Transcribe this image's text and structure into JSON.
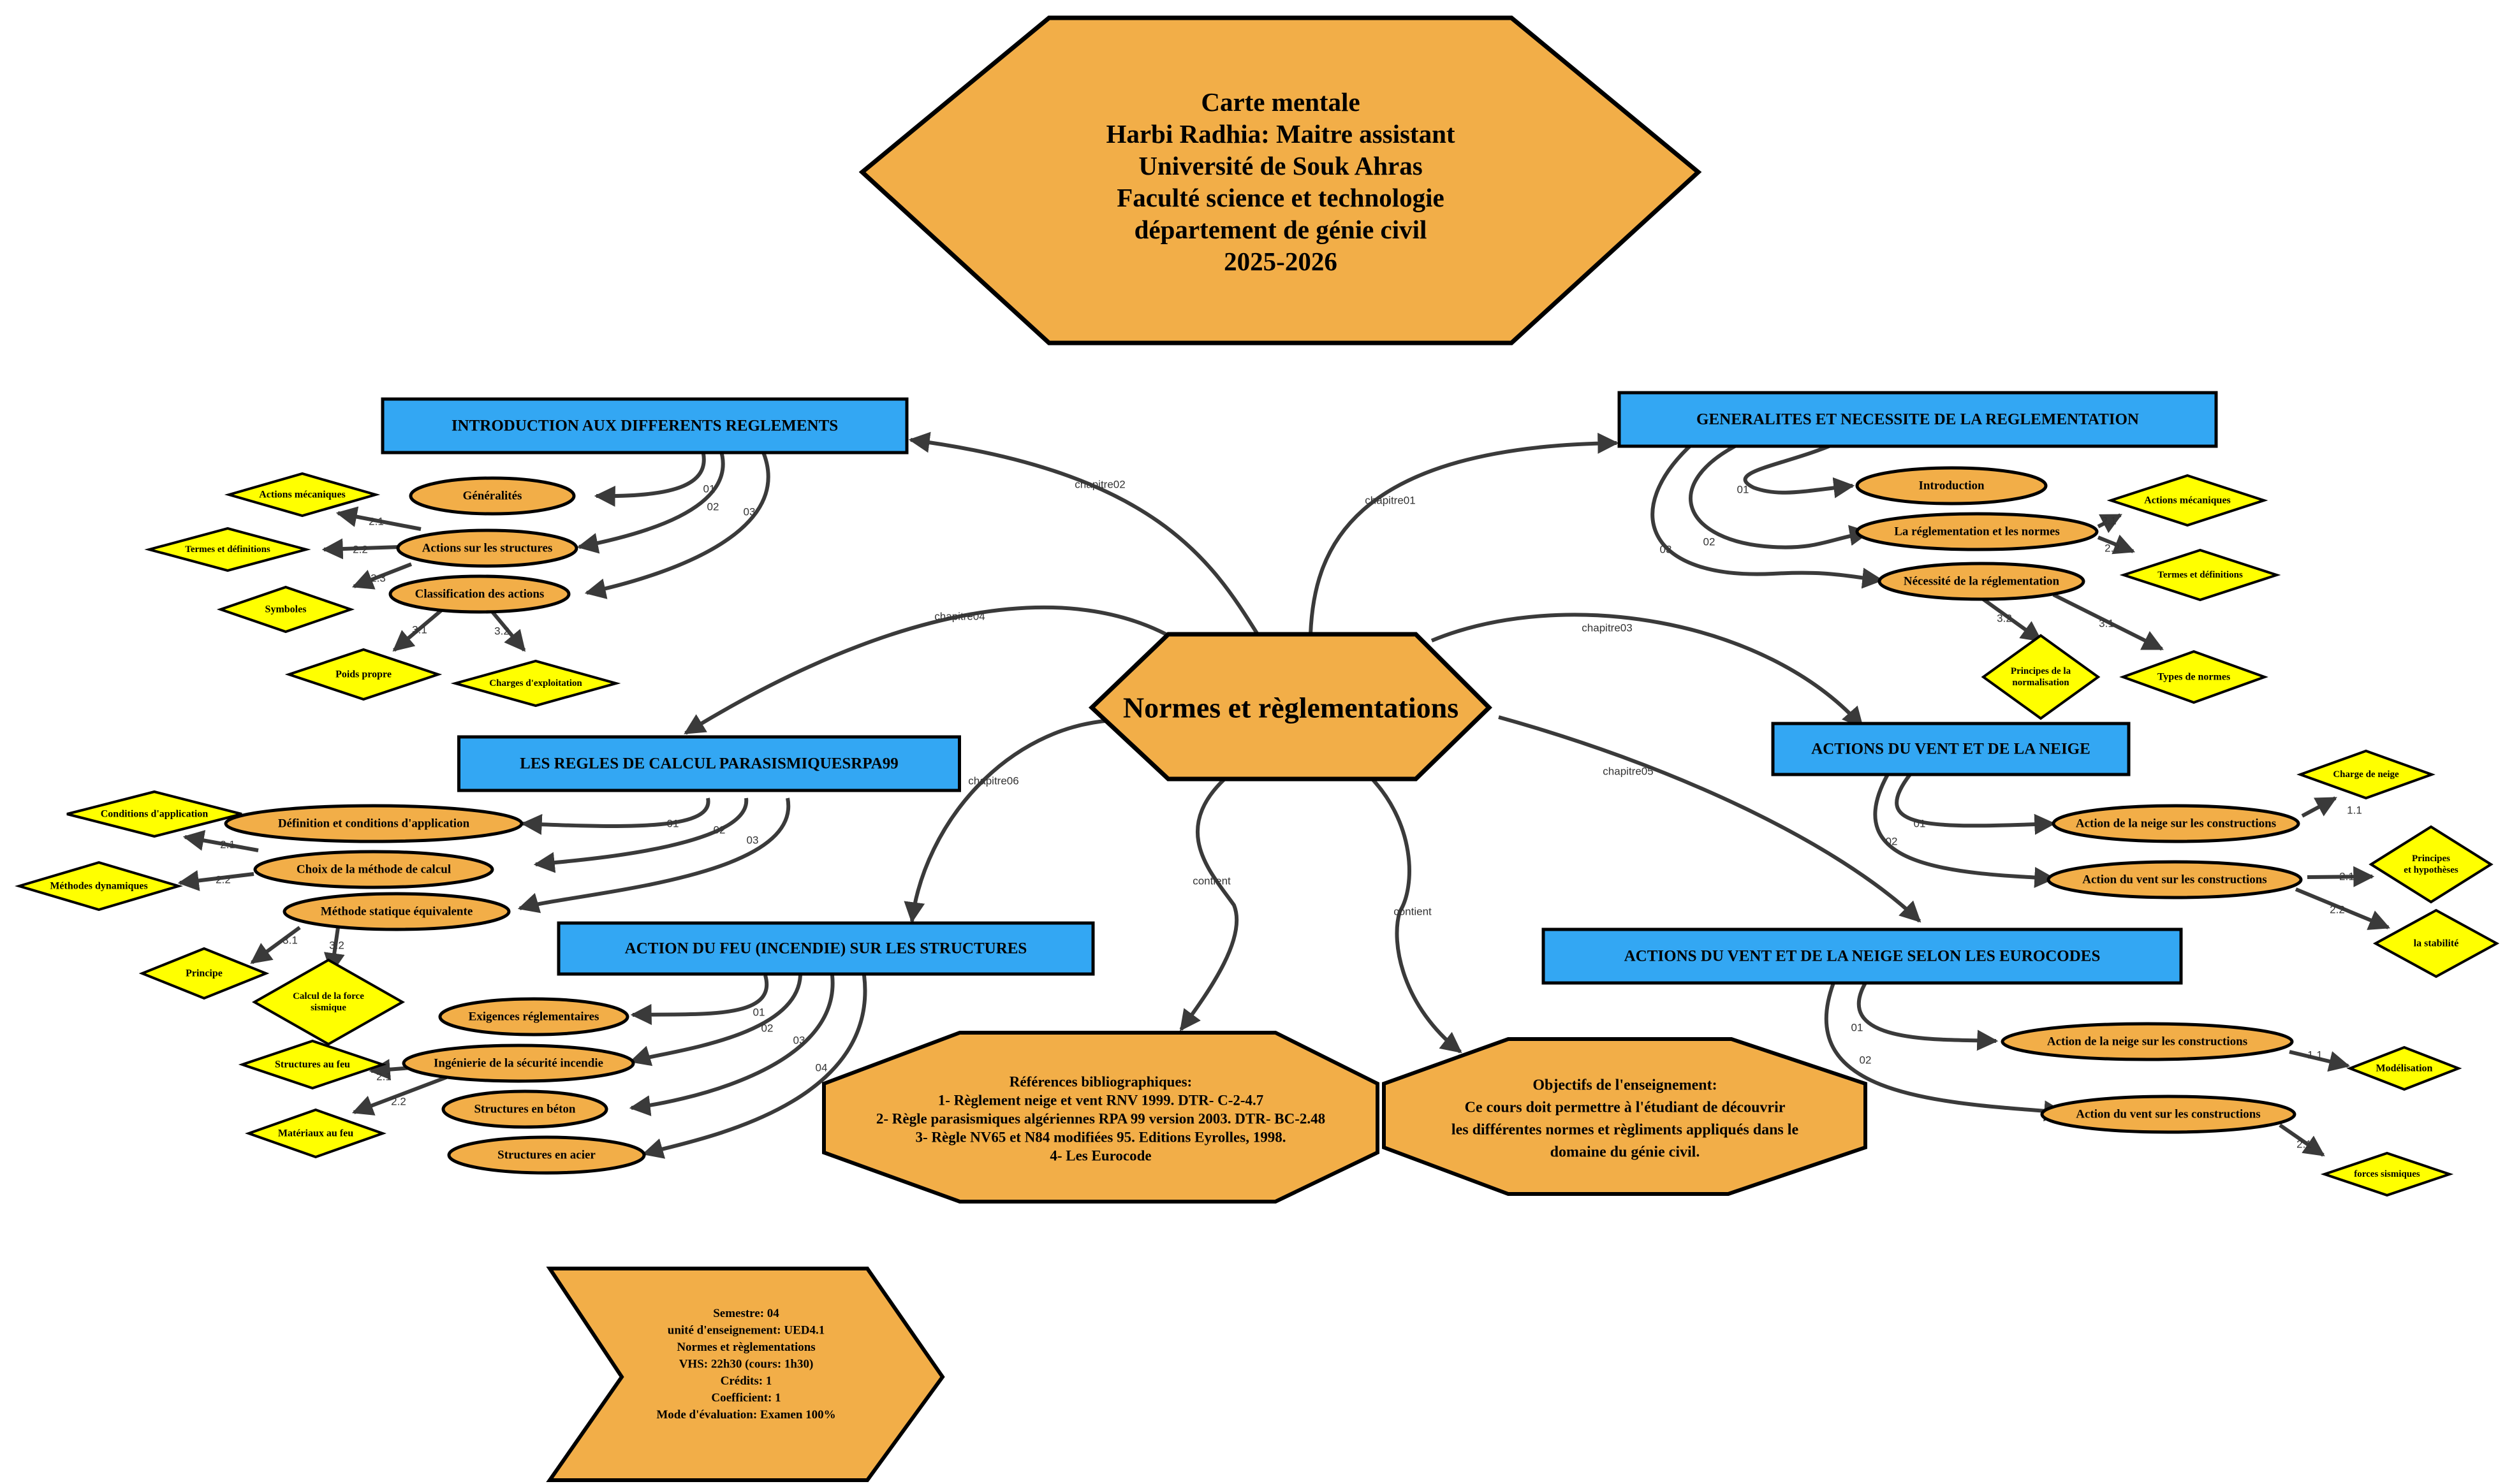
{
  "colors": {
    "orange": "#F2AE48",
    "blue": "#33A7F3",
    "yellow": "#FFFF00",
    "edge": "#3a3a3a",
    "white": "#FFFFFF"
  },
  "title_hexagon": {
    "lines": [
      "Carte mentale",
      "Harbi Radhia: Maitre assistant",
      "Université de Souk Ahras",
      " Faculté science et  technologie",
      "département de génie civil",
      "2025-2026"
    ]
  },
  "center": {
    "label": "Normes et règlementations"
  },
  "chapters": {
    "intro": "INTRODUCTION AUX DIFFERENTS REGLEMENTS",
    "generalites": "GENERALITES ET NECESSITE DE LA REGLEMENTATION",
    "parasismiques": "LES REGLES DE CALCUL PARASISMIQUESRPA99",
    "vent_neige": "ACTIONS DU VENT ET DE  LA NEIGE",
    "feu": "ACTION DU FEU (INCENDIE) SUR LES STRUCTURES",
    "eurocodes": "ACTIONS DU VENT ET DE  LA NEIGE SELON LES EUROCODES"
  },
  "sections": {
    "intro": [
      "Généralités",
      "Actions sur les structures",
      "Classification des actions"
    ],
    "generalites": [
      "Introduction",
      "La réglementation et les normes",
      "Nécessité de la réglementation"
    ],
    "parasismiques": [
      "Définition et conditions d'application",
      "Choix de la méthode de calcul",
      "Méthode statique équivalente"
    ],
    "vent_neige": [
      "Action de la neige sur les constructions",
      "Action  du vent sur les constructions"
    ],
    "feu": [
      "Exigences réglementaires",
      "Ingénierie de la sécurité incendie",
      "Structures en béton",
      "Structures en acier"
    ],
    "eurocodes": [
      "Action de la neige sur les constructions",
      "Action  du vent sur les constructions"
    ]
  },
  "details": {
    "intro": [
      "Actions mécaniques",
      "Termes et définitions",
      "Symboles",
      "Poids propre",
      "Charges d'exploitation"
    ],
    "generalites": [
      "Actions mécaniques",
      "Termes et définitions",
      "Principes de la\nnormalisation",
      "Types de normes"
    ],
    "parasismiques": [
      "Conditions d'application",
      "Méthodes dynamiques",
      "Principe",
      "Calcul de la force\nsismique"
    ],
    "vent_neige": [
      "Charge de neige",
      "Principes\net hypothèses",
      "la stabilité"
    ],
    "feu": [
      "Structures au feu",
      "Matériaux au feu"
    ],
    "eurocodes": [
      "Modélisation",
      "forces sismiques"
    ]
  },
  "edge_labels": {
    "chapters": [
      "chapitre01",
      "chapitre02",
      "chapitre03",
      "chapitre04",
      "chapitre05",
      "chapitre06"
    ],
    "contient": "contient",
    "intro": [
      "01",
      "02",
      "03",
      "2.1",
      "2.2",
      "2.3",
      "3.1",
      "3.2"
    ],
    "generalites": [
      "01",
      "02",
      "03",
      "2.1",
      "2.2",
      "3.2",
      "3.1"
    ],
    "parasismiques": [
      "01",
      "02",
      "03",
      "2.1",
      "2.2",
      "3.1",
      "3.2"
    ],
    "vent_neige": [
      "01",
      "02",
      "1.1",
      "2.1",
      "2.2"
    ],
    "feu": [
      "01",
      "02",
      "03",
      "04",
      "2.1",
      "2.2"
    ],
    "eurocodes": [
      "01",
      "02",
      "1.1",
      "2.1"
    ]
  },
  "references": {
    "lines": [
      "Références bibliographiques:",
      "1- Règlement neige et vent RNV 1999. DTR- C-2-4.7",
      "2- Règle parasismiques algériennes RPA 99 version 2003. DTR- BC-2.48",
      "3- Règle NV65 et N84 modifiées 95. Editions Eyrolles, 1998.",
      "4- Les Eurocode"
    ]
  },
  "objectives": {
    "lines": [
      "Objectifs de l'enseignement:",
      "Ce cours doit permettre  à l'étudiant de découvrir",
      "les différentes normes et règliments appliqués dans le",
      "domaine  du génie civil."
    ]
  },
  "course_info": {
    "lines": [
      "Semestre: 04",
      "unité d'enseignement: UED4.1",
      "Normes et règlementations",
      "VHS: 22h30 (cours: 1h30)",
      "Crédits: 1",
      "Coefficient: 1",
      "Mode d'évaluation: Examen 100%"
    ]
  }
}
